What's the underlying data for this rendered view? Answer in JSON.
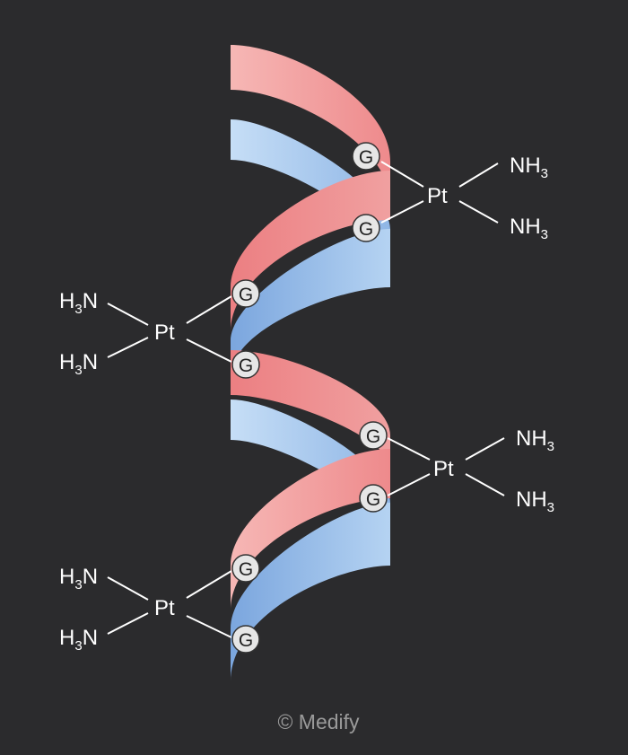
{
  "colors": {
    "background": "#2b2b2d",
    "strand_red_light": "#f2a6a6",
    "strand_red_dark": "#ec7f82",
    "strand_blue_light": "#bcd9f5",
    "strand_blue_dark": "#7fa9e0",
    "base_fill": "#e6e6e6",
    "credit": "#9a9a9a"
  },
  "labels": {
    "pt": "Pt",
    "base": "G",
    "nh3_main": "NH",
    "nh3_sub": "3",
    "h3n_pre": "H",
    "h3n_sub": "3",
    "h3n_post": "N"
  },
  "credit": "© Medify"
}
